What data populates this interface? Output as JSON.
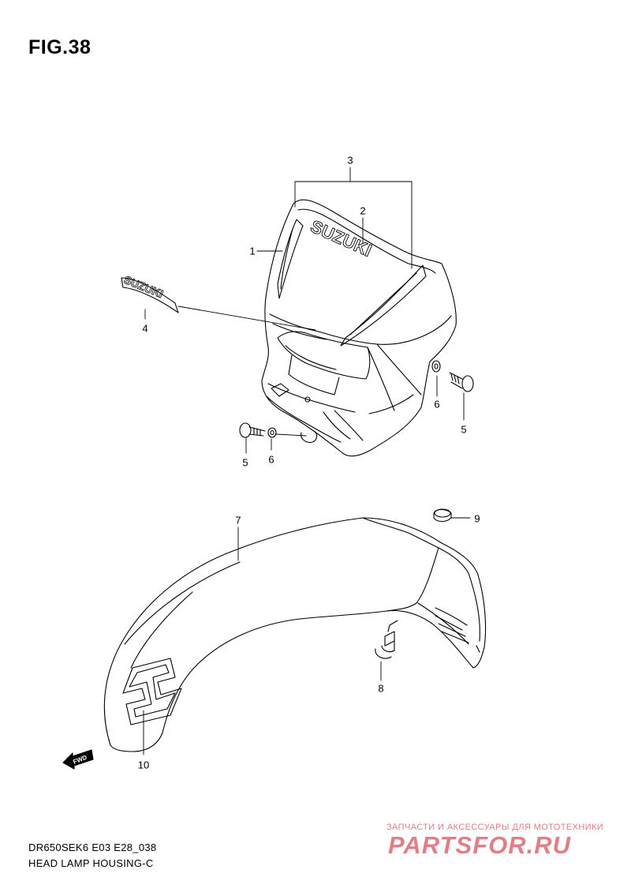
{
  "figure": {
    "title": "FIG.38",
    "model_code": "DR650SEK6 E03 E28_038",
    "section_name": "HEAD LAMP HOUSING-C"
  },
  "callouts": {
    "c1": "1",
    "c2": "2",
    "c3": "3",
    "c4": "4",
    "c5a": "5",
    "c5b": "5",
    "c6a": "6",
    "c6b": "6",
    "c7": "7",
    "c8": "8",
    "c9": "9",
    "c10": "10"
  },
  "decals": {
    "housing_decal": "SUZUKI",
    "side_decal": "SUZUKI",
    "fwd_arrow": "FWD"
  },
  "watermark": {
    "tagline": "ЗАПЧАСТИ И АКСЕССУАРЫ ДЛЯ МОТОТЕХНИКИ",
    "logo_text": "PARTSFOR.RU",
    "color": "#e07f87"
  }
}
